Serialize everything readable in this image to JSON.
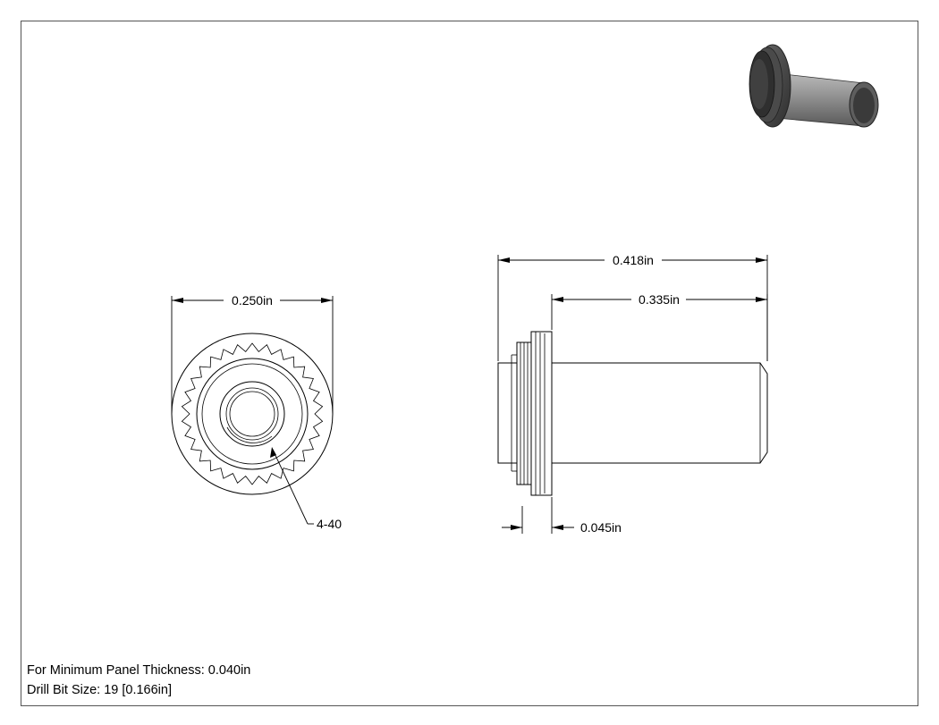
{
  "drawing": {
    "front_view": {
      "diameter_dimension": "0.250in",
      "thread_callout": "4-40"
    },
    "side_view": {
      "overall_length_dimension": "0.418in",
      "shank_length_dimension": "0.335in",
      "head_thickness_dimension": "0.045in"
    },
    "notes": [
      "For Minimum Panel Thickness: 0.040in",
      "Drill Bit Size: 19 [0.166in]"
    ],
    "iso_view": {
      "body_color": "#8e8e8e",
      "dark_color": "#3a3a3a"
    }
  }
}
